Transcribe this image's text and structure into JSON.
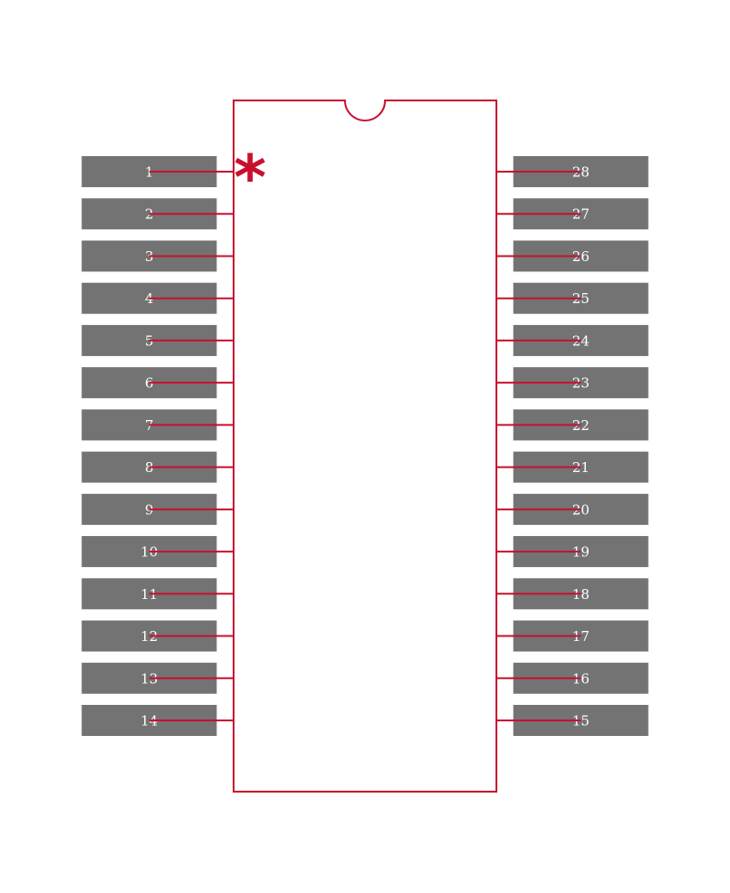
{
  "colors": {
    "background": "#ffffff",
    "pad": "#737373",
    "outline": "#c8102e",
    "label": "#ffffff"
  },
  "pin1_marker": "*",
  "left_pins": [
    "1",
    "2",
    "3",
    "4",
    "5",
    "6",
    "7",
    "8",
    "9",
    "10",
    "11",
    "12",
    "13",
    "14"
  ],
  "right_pins": [
    "28",
    "27",
    "26",
    "25",
    "24",
    "23",
    "22",
    "21",
    "20",
    "19",
    "18",
    "17",
    "16",
    "15"
  ]
}
